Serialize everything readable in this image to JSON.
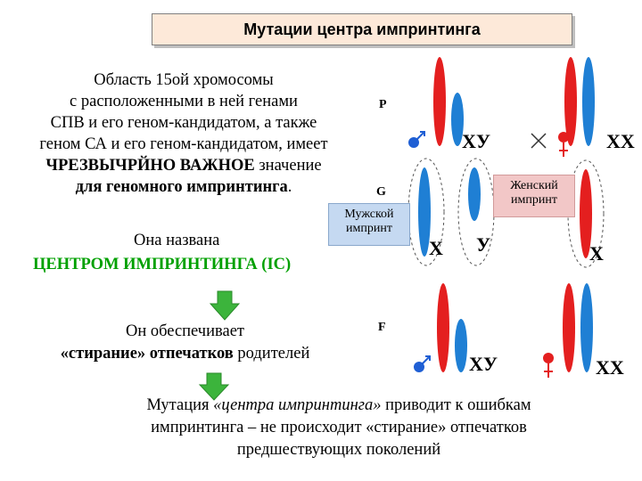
{
  "title": "Мутации центра импринтинга",
  "intro": {
    "line1": "Область 15ой хромосомы",
    "line2": "с расположенными в ней генами",
    "line3": "СПВ и его геном-кандидатом, а также",
    "line4": "геном СА и его геном-кандидатом, имеет",
    "line5_bold": "ЧРЕЗВЫЧРЙНО ВАЖНОЕ",
    "line5_rest": " значение",
    "line6_bold": "для геномного импринтинга",
    "line6_rest": "."
  },
  "named": "Она названа",
  "ic_name": "ЦЕНТРОМ ИМПРИНТИНГА (IC)",
  "provides": {
    "line1": "Он обеспечивает",
    "line2_bold": "«стирание» отпечатков",
    "line2_rest": " родителей"
  },
  "conclusion": {
    "line1_a": "Мутация ",
    "line1_italic": "«центра импринтинга»",
    "line1_b": " приводит к ошибкам",
    "line2": "импринтинга – не происходит «стирание» отпечатков",
    "line3": "предшествующих поколений"
  },
  "generations": {
    "p": "P",
    "g": "G",
    "f": "F"
  },
  "chromosome_labels": {
    "p_male": "ХУ",
    "p_female": "ХХ",
    "g_x1": "Х",
    "g_y": "У",
    "g_x2": "Х",
    "f_male": "ХУ",
    "f_female": "ХХ"
  },
  "callouts": {
    "female_line1": "Женский",
    "female_line2": "импринт",
    "male_line1": "Мужской",
    "male_line2": "импринт"
  },
  "colors": {
    "maternal_chromosome": "#e41f1f",
    "paternal_chromosome": "#1f7fd4",
    "arrow": "#3cb43c",
    "female_symbol": "#e41f1f",
    "male_symbol": "#1f5fd4",
    "title_bg": "#fde9d9"
  },
  "icons": {
    "male": "male-symbol-icon",
    "female": "female-symbol-icon",
    "cross": "cross-icon",
    "arrow": "down-arrow-icon"
  }
}
